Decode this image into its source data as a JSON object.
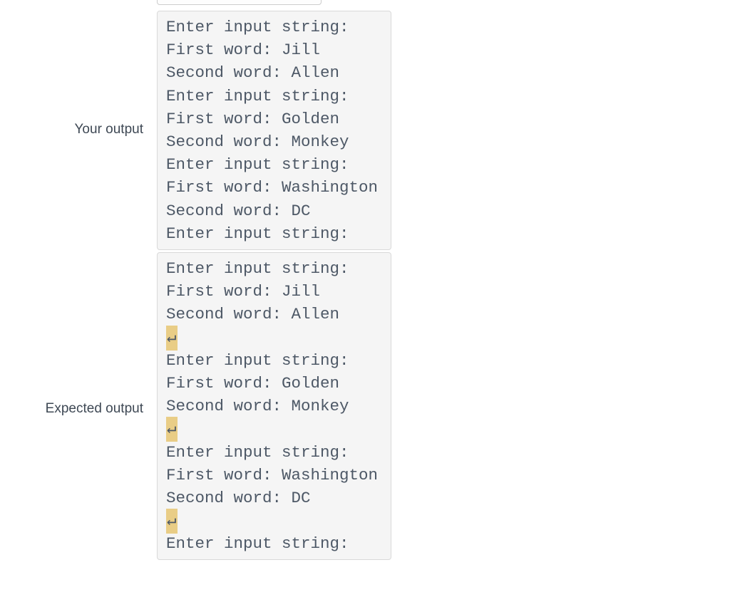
{
  "your_output": {
    "label": "Your output",
    "lines": [
      {
        "text": "Enter input string:"
      },
      {
        "text": "First word: Jill"
      },
      {
        "text": "Second word: Allen"
      },
      {
        "text": "Enter input string:"
      },
      {
        "text": "First word: Golden"
      },
      {
        "text": "Second word: Monkey"
      },
      {
        "text": "Enter input string:"
      },
      {
        "text": "First word: Washington"
      },
      {
        "text": "Second word: DC"
      },
      {
        "text": "Enter input string:"
      }
    ]
  },
  "expected_output": {
    "label": "Expected output",
    "lines": [
      {
        "text": "Enter input string:"
      },
      {
        "text": "First word: Jill"
      },
      {
        "text": "Second word: Allen"
      },
      {
        "marker": "↵"
      },
      {
        "text": "Enter input string:"
      },
      {
        "text": "First word: Golden"
      },
      {
        "text": "Second word: Monkey"
      },
      {
        "marker": "↵"
      },
      {
        "text": "Enter input string:"
      },
      {
        "text": "First word: Washington"
      },
      {
        "text": "Second word: DC"
      },
      {
        "marker": "↵"
      },
      {
        "text": "Enter input string:"
      }
    ]
  },
  "colors": {
    "console_text": "#4d5866",
    "label_text": "#3e4854",
    "console_bg": "#f5f5f5",
    "console_border": "#d9d9d9",
    "newline_highlight": "#e9cd86",
    "page_bg": "#ffffff"
  }
}
